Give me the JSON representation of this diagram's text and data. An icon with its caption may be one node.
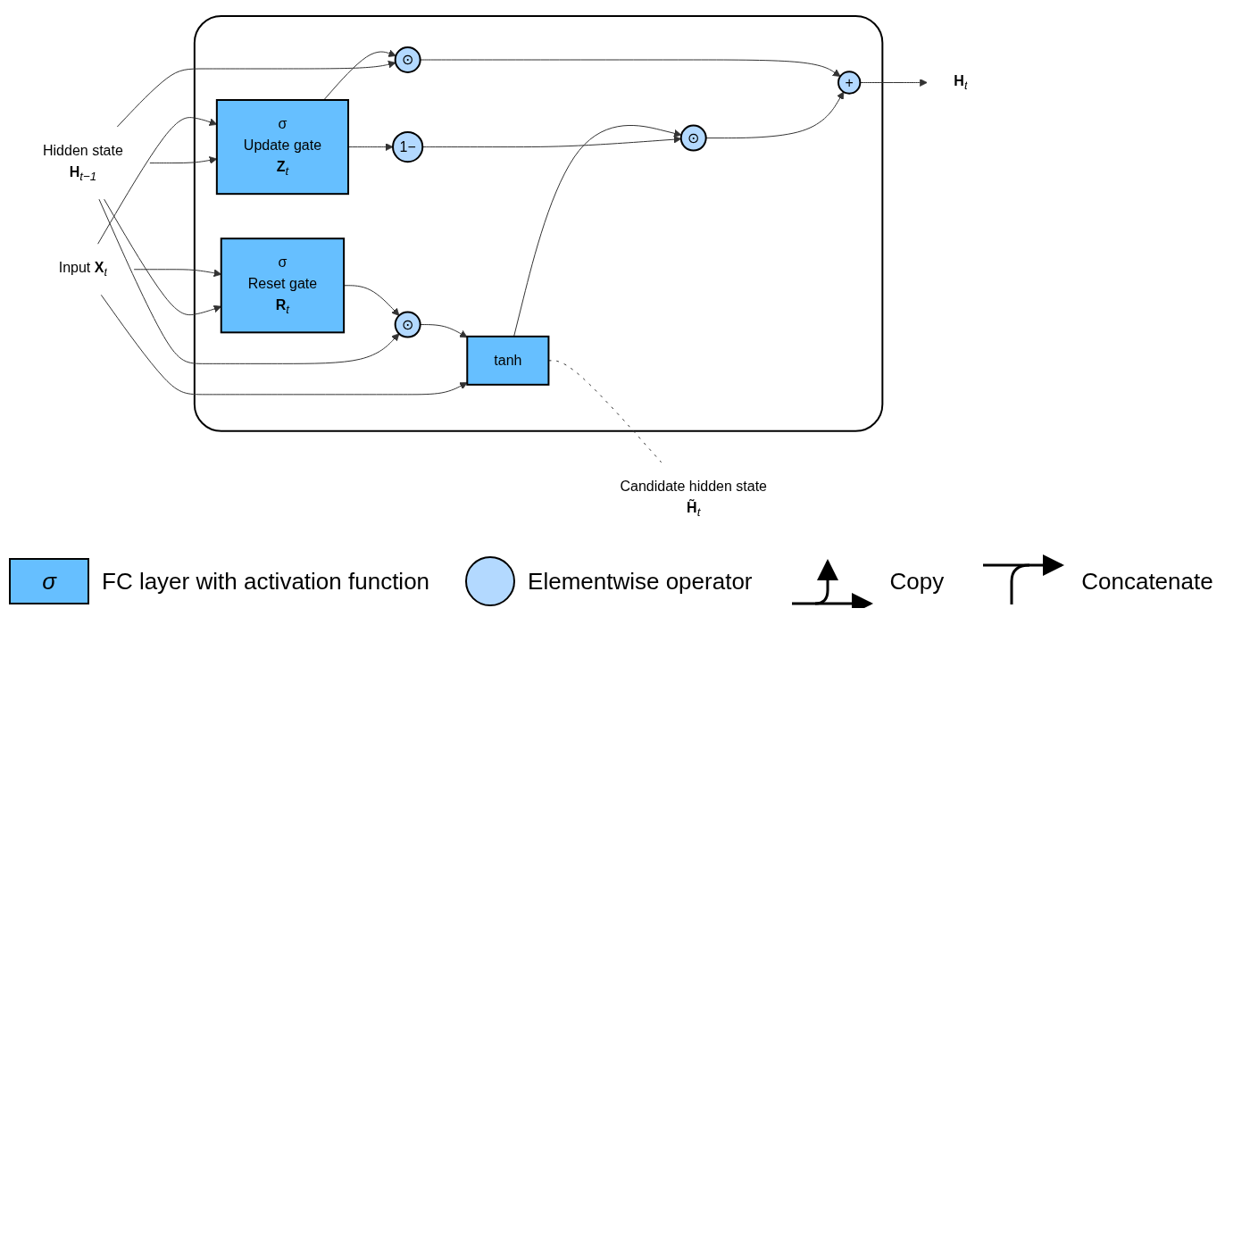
{
  "diagram": {
    "nodes": [
      {
        "text": [],
        "shape": "box"
      },
      {
        "text": [
          "Hidden state",
          "**H**$_{t−1}$"
        ]
      },
      {
        "text": [
          "⊙"
        ],
        "in": 0
      },
      {
        "text": [
          "+"
        ],
        "in": 0
      },
      {
        "text": [
          "**H**$_{t}$"
        ]
      },
      {
        "text": [
          "1−"
        ],
        "in": 0
      },
      {
        "text": [
          "⊙"
        ],
        "in": 0
      },
      {
        "text": [
          "⊙"
        ],
        "in": 0
      },
      {
        "text": [
          "σ",
          "Reset gate",
          "**R**$_{t}$"
        ],
        "in": 0
      },
      {
        "text": [
          "σ",
          "Update gate",
          "**Z**$_{t}$"
        ],
        "in": 0
      },
      {
        "text": [
          "tanh"
        ],
        "in": 0
      },
      {
        "text": [
          "Candidate hidden state",
          "**H̃**$_{t}$"
        ]
      },
      {
        "text": [
          "Input **X**$_{t}$"
        ]
      }
    ],
    "edges": [
      {
        "from": 1,
        "to": 2,
        "arrow": "to"
      },
      {
        "from": 1,
        "to": 7,
        "arrow": "to"
      },
      {
        "from": 1,
        "to": 8,
        "arrow": "to"
      },
      {
        "from": 1,
        "to": 9,
        "arrow": "to"
      },
      {
        "from": 12,
        "to": 8,
        "arrow": "to"
      },
      {
        "from": 12,
        "to": 9,
        "arrow": "to"
      },
      {
        "from": 12,
        "to": 10,
        "arrow": "to"
      },
      {
        "from": 8,
        "to": 7,
        "arrow": "to"
      },
      {
        "from": 7,
        "to": 10,
        "arrow": "to"
      },
      {
        "from": 9,
        "to": 2,
        "arrow": "to"
      },
      {
        "from": 9,
        "to": 5,
        "arrow": "to"
      },
      {
        "from": 5,
        "to": 6,
        "arrow": "to"
      },
      {
        "from": 10,
        "to": 6,
        "arrow": "to"
      },
      {
        "from": 6,
        "to": 3,
        "arrow": "to"
      },
      {
        "from": 2,
        "to": 3,
        "arrow": "to"
      },
      {
        "from": 3,
        "to": 4,
        "arrow": "to"
      },
      {
        "from": 10,
        "to": 11,
        "arrow": "none",
        "style": "dashed"
      }
    ],
    "labels": [
      "σ"
    ],
    "legend": [
      {
        "text": "FC layer with activation function",
        "color": "#66bfff"
      },
      {
        "text": "Elementwise operator",
        "color": "#b3d9ff"
      },
      {
        "text": "Copy"
      },
      {
        "text": "Concatenate"
      }
    ]
  }
}
